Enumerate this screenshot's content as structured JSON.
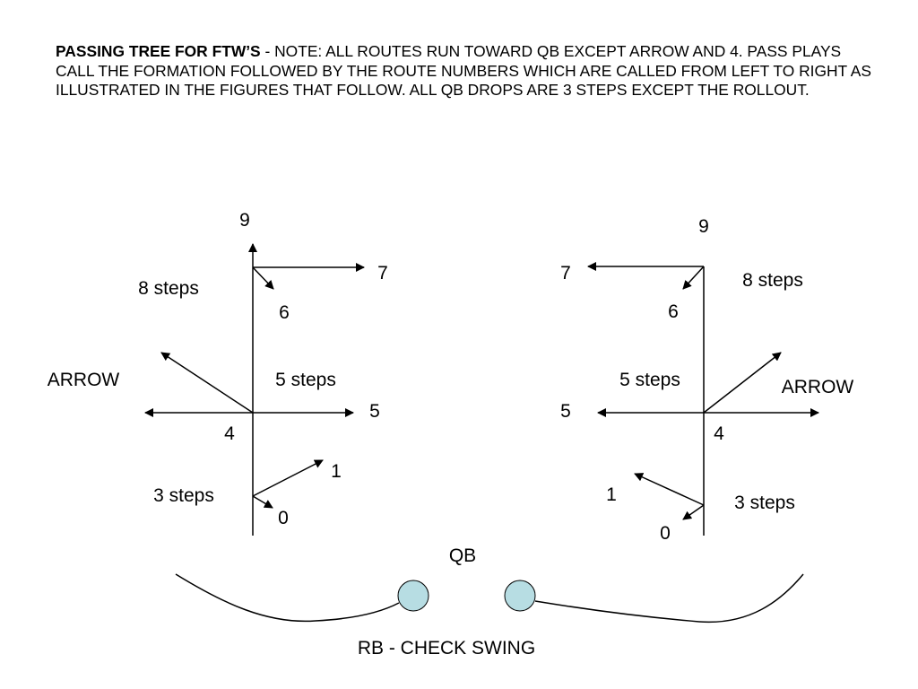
{
  "intro": {
    "heading": "PASSING TREE FOR FTW’S",
    "body": " -  NOTE:  ALL ROUTES RUN TOWARD QB EXCEPT ARROW AND 4.  PASS PLAYS CALL THE FORMATION FOLLOWED BY THE ROUTE NUMBERS WHICH ARE CALLED FROM LEFT TO RIGHT AS ILLUSTRATED IN THE FIGURES THAT FOLLOW.  ALL QB DROPS ARE 3 STEPS EXCEPT THE ROLLOUT."
  },
  "left_tree": {
    "route_9": "9",
    "route_7": "7",
    "route_6": "6",
    "steps_8": "8 steps",
    "arrow": "ARROW",
    "steps_5": "5 steps",
    "route_5": "5",
    "route_4": "4",
    "route_1": "1",
    "steps_3": "3 steps",
    "route_0": "0"
  },
  "right_tree": {
    "route_9": "9",
    "route_7": "7",
    "route_6": "6",
    "steps_8": "8 steps",
    "steps_5": "5 steps",
    "arrow": "ARROW",
    "route_5": "5",
    "route_4": "4",
    "route_1": "1",
    "steps_3": "3 steps",
    "route_0": "0"
  },
  "backfield": {
    "qb_label": "QB",
    "rb_label": "RB - CHECK SWING",
    "player_fill": "#b7dde3"
  }
}
